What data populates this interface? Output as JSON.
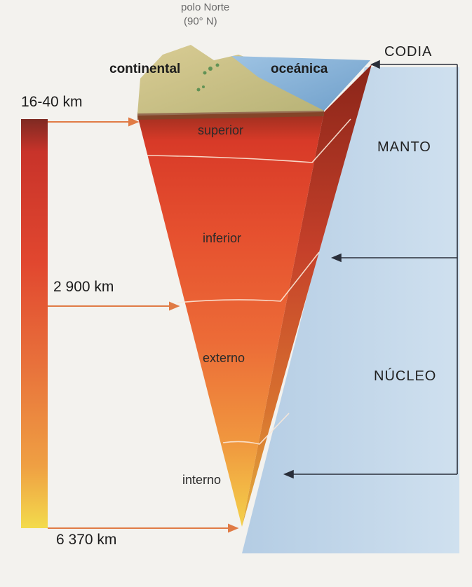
{
  "top_labels": {
    "crust_continental": "continental",
    "crust_oceanic": "oceánica",
    "pole_label": "polo Norte",
    "pole_lat": "(90° N)"
  },
  "layers": {
    "mantle_upper": "superior",
    "mantle_lower": "inferior",
    "core_outer": "externo",
    "core_inner": "interno"
  },
  "regions": {
    "crust": "CODIA",
    "mantle": "MANTO",
    "core": "NÚCLEO"
  },
  "depths": {
    "crust_depth": "16-40 km",
    "core_boundary": "2 900 km",
    "center": "6 370 km"
  },
  "colors": {
    "hot_dark": "#9c2d1e",
    "hot_red": "#d9422a",
    "orange": "#e8743a",
    "yellow": "#f2d24a",
    "arrow": "#e07b45",
    "panel_blue": "#bcd4ea",
    "ocean_blue": "#8fb7d8"
  }
}
